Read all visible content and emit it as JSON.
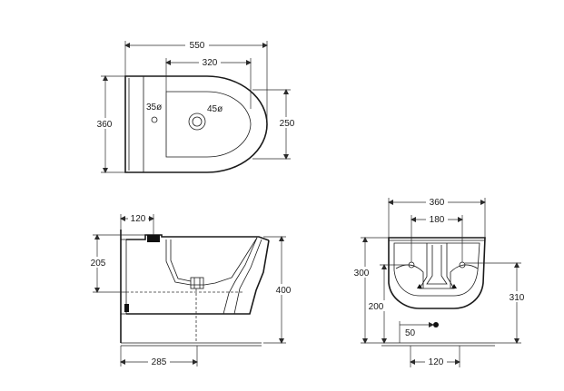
{
  "top_view": {
    "width": "550",
    "inner_width": "320",
    "depth": "360",
    "rim_depth": "250",
    "tap_hole": "35ø",
    "drain_hole": "45ø"
  },
  "side_view": {
    "inlet_offset": "120",
    "inlet_height": "205",
    "total_height": "400",
    "drain_offset": "285"
  },
  "rear_view": {
    "width": "360",
    "fixing_distance": "180",
    "fixing_height": "300",
    "supply_height": "310",
    "drain_height": "200",
    "drain_offset": "50",
    "drain_spacing": "120"
  }
}
